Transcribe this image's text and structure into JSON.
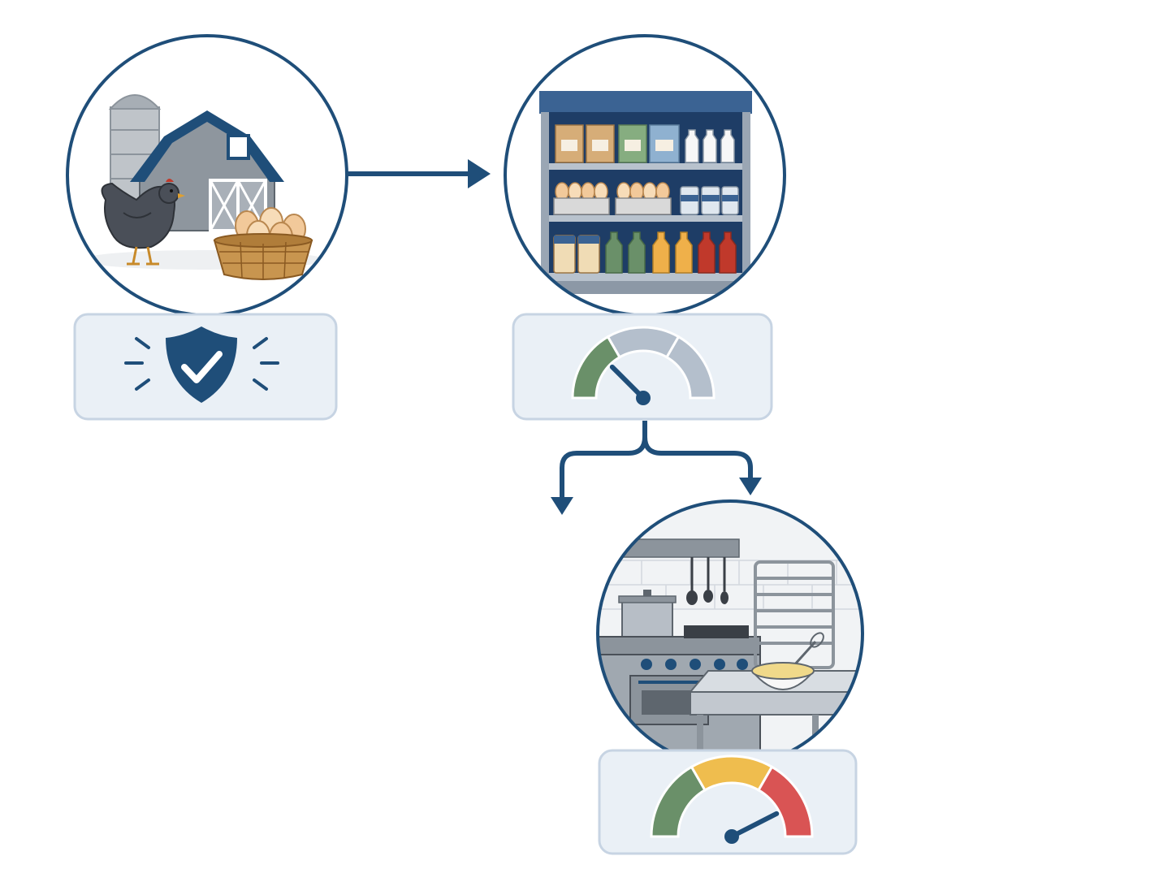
{
  "colors": {
    "navy": "#1f4e79",
    "card_bg": "#eaf0f6",
    "card_border": "#c7d4e3",
    "gauge_green": "#6a9069",
    "gauge_grey": "#b4bfcc",
    "gauge_yellow": "#efbd4e",
    "gauge_red": "#d95454"
  },
  "stages": [
    {
      "id": "farm",
      "scene": "farm-barn-chicken-eggs",
      "indicator": {
        "icon": "shield-check-icon",
        "meaning": "safe"
      }
    },
    {
      "id": "store",
      "scene": "store-shelf-groceries-eggs",
      "indicator": {
        "icon": "gauge-icon",
        "level": 0.25,
        "zones": [
          "green",
          "grey",
          "grey"
        ]
      }
    },
    {
      "id": "kitchen",
      "scene": "commercial-kitchen-mixing-bowl",
      "indicator": {
        "icon": "gauge-icon",
        "level": 0.85,
        "zones": [
          "green",
          "yellow",
          "red"
        ]
      }
    }
  ],
  "connectors": [
    {
      "from": "farm",
      "to": "store",
      "icon": "arrow-right-icon"
    },
    {
      "from": "store",
      "to": "branch",
      "icon": "branch-arrow-icon"
    }
  ]
}
